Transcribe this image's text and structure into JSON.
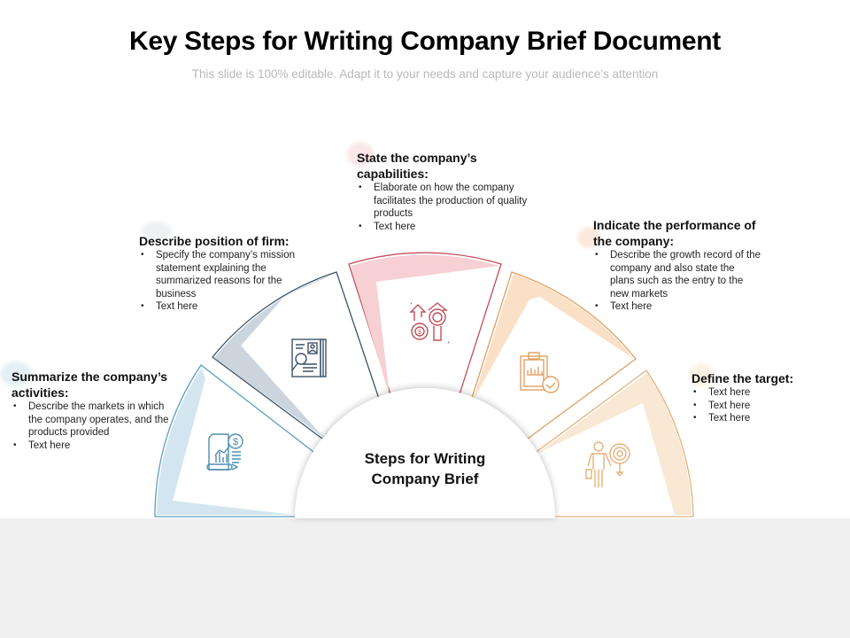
{
  "header": {
    "title": "Key Steps for Writing Company Brief Document",
    "subtitle": "This slide is 100% editable. Adapt it to your needs and capture your audience’s attention"
  },
  "hub": {
    "line1": "Steps for Writing",
    "line2": "Company Brief"
  },
  "steps": [
    {
      "heading": "Summarize the company’s activities:",
      "bullets": [
        "Describe the markets in which the company operates, and the products provided",
        "Text here"
      ],
      "icon": "financial-report-icon",
      "color": "#5b9ec4",
      "fill": "#d3e6f0"
    },
    {
      "heading": "Describe position of firm:",
      "bullets": [
        "Specify the company’s mission statement explaining the summarized reasons for the business",
        "Text here"
      ],
      "icon": "profile-search-icon",
      "color": "#3d5366",
      "fill": "#ccd5de"
    },
    {
      "heading": "State the company’s capabilities:",
      "bullets": [
        "Elaborate on how the company facilitates the production of quality products",
        "Text here"
      ],
      "icon": "growth-gears-icon",
      "color": "#c0505a",
      "fill": "#f6d0d2"
    },
    {
      "heading": "Indicate the performance of the company:",
      "bullets": [
        "Describe the growth record of the company and also state the plans such as the entry to the new markets",
        "Text here"
      ],
      "icon": "clipboard-check-icon",
      "color": "#e0a163",
      "fill": "#fbe0c8"
    },
    {
      "heading": "Define the target:",
      "bullets": [
        "Text here",
        "Text here",
        "Text here"
      ],
      "icon": "businessman-target-icon",
      "color": "#e3b27e",
      "fill": "#f8e8d4"
    }
  ]
}
